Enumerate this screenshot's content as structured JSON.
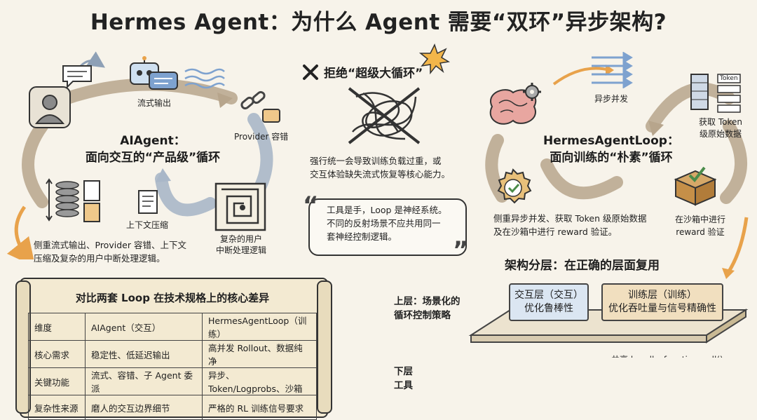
{
  "title": "Hermes Agent：为什么 Agent 需要“双环”异步架构?",
  "left_loop": {
    "stream_label": "流式输出",
    "provider_label": "Provider 容错",
    "title_line1": "AIAgent：",
    "title_line2": "面向交互的“产品级”循环",
    "compress_label": "上下文压缩",
    "interrupt_label": "复杂的用户\n中断处理逻辑",
    "caption": "侧重流式输出、Provider 容错、上下文\n压缩及复杂的用户中断处理逻辑。"
  },
  "middle": {
    "reject_title": "拒绝“超级大循环”",
    "reject_caption": "强行统一会导致训练负载过重，或\n交互体验缺失流式恢复等核心能力。",
    "quote": "工具是手，Loop 是神经系统。\n不同的反射场景不应共用同一\n套神经控制逻辑。"
  },
  "right_loop": {
    "async_label": "异步并发",
    "token_label": "Token",
    "token_get_label": "获取 Token\n级原始数据",
    "title_line1": "HermesAgentLoop：",
    "title_line2": "面向训练的“朴素”循环",
    "caption": "侧重异步并发、获取 Token 级原始数据\n及在沙箱中进行 reward 验证。",
    "sandbox_label": "在沙箱中进行\nreward 验证"
  },
  "comparison": {
    "title": "对比两套 Loop 在技术规格上的核心差异",
    "headers": [
      "维度",
      "AIAgent（交互）",
      "HermesAgentLoop（训练）"
    ],
    "rows": [
      [
        "核心需求",
        "稳定性、低延迟输出",
        "高并发 Rollout、数据纯净"
      ],
      [
        "关键功能",
        "流式、容错、子 Agent 委派",
        "异步、Token/Logprobs、沙箱"
      ],
      [
        "复杂性来源",
        "磨人的交互边界细节",
        "严格的 RL 训练信号要求"
      ]
    ]
  },
  "architecture": {
    "title": "架构分层：在正确的层面复用",
    "upper_label": "上层：场景化的\n循环控制策略",
    "interaction_card": "交互层（交互）\n优化鲁棒性",
    "training_card": "训练层（训练）\n优化吞吐量与信号精确性",
    "lower_label": "下层\n工具",
    "shared_label": "共享 handle_function_call()"
  },
  "colors": {
    "arc_brown": "#b7a58c",
    "arc_blue": "#a9b7c8",
    "orange_arrow": "#e8a24b",
    "card_blue": "#dbe6f2",
    "card_tan": "#f1dfbf",
    "parchment": "#f3ead2"
  },
  "icons": [
    "user-icon",
    "speech-bubble-icon",
    "robot-icon",
    "wave-lines-icon",
    "chain-icon",
    "chip-icon",
    "spring-icon",
    "document-icon",
    "maze-icon",
    "tangle-icon",
    "x-icon",
    "burst-icon",
    "brain-icon",
    "gear-icon",
    "parallel-arrows-icon",
    "token-stack-icon",
    "badge-check-icon",
    "sandbox-box-icon",
    "quote-icon"
  ]
}
